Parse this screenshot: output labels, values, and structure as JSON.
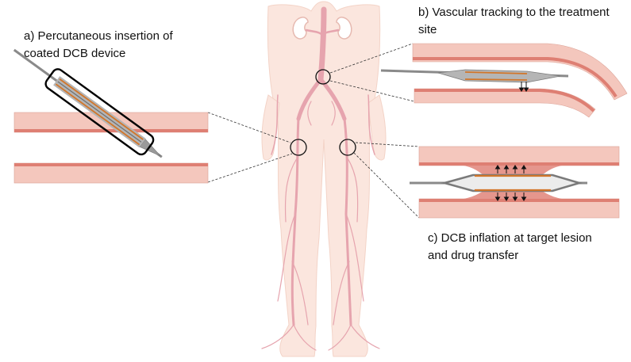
{
  "captions": {
    "a": [
      "a) Percutaneous insertion of",
      "coated DCB device"
    ],
    "b": [
      "b) Vascular tracking to the treatment",
      "site"
    ],
    "c": [
      "c) DCB inflation at target lesion",
      "and drug transfer"
    ]
  },
  "colors": {
    "vessel_fill": "#f4c7bd",
    "vessel_wall": "#de7f73",
    "body_fill": "#fbe6de",
    "artery": "#e6a4ae",
    "catheter": "#8a8a8a",
    "balloon_band": "#d2762a",
    "lesion": "#e5968d"
  },
  "icons": {
    "magnifier_circle": "circle-outline",
    "drug_transfer_arrows": "arrow-icon"
  }
}
